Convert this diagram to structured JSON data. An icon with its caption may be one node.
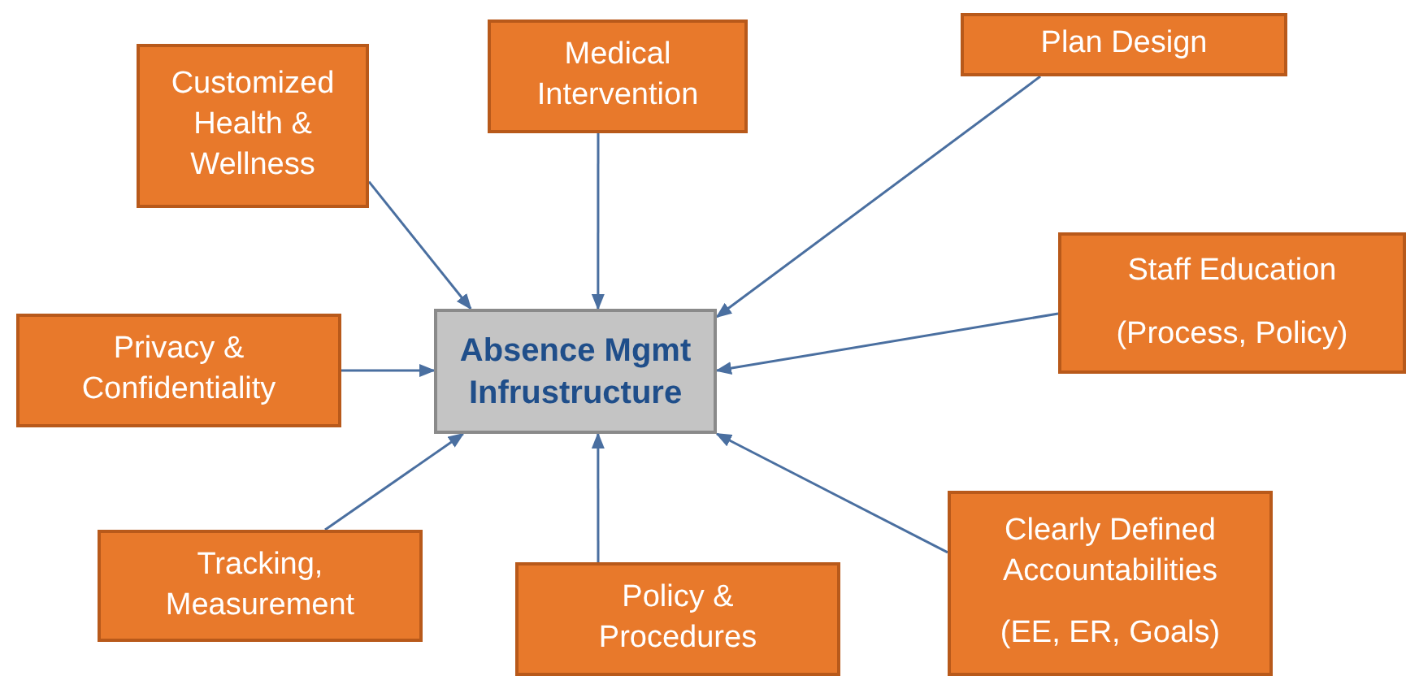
{
  "diagram": {
    "nodes": [
      {
        "text": [
          "Absence Mgmt Infrustructure"
        ]
      },
      {
        "text": [
          "Customized Health & Wellness"
        ]
      },
      {
        "text": [
          "Medical Intervention"
        ]
      },
      {
        "text": [
          "Plan Design"
        ]
      },
      {
        "text": [
          "Staff Education",
          "(Process, Policy)"
        ]
      },
      {
        "text": [
          "Privacy & Confidentiality"
        ]
      },
      {
        "text": [
          "Tracking, Measurement"
        ]
      },
      {
        "text": [
          "Policy & Procedures"
        ]
      },
      {
        "text": [
          "Clearly Defined Accountabilities",
          "(EE, ER, Goals)"
        ]
      }
    ],
    "edges": [
      {
        "from": 1,
        "to": 0,
        "arrow": "to"
      },
      {
        "from": 2,
        "to": 0,
        "arrow": "to"
      },
      {
        "from": 3,
        "to": 0,
        "arrow": "to"
      },
      {
        "from": 4,
        "to": 0,
        "arrow": "to"
      },
      {
        "from": 5,
        "to": 0,
        "arrow": "to"
      },
      {
        "from": 6,
        "to": 0,
        "arrow": "to"
      },
      {
        "from": 7,
        "to": 0,
        "arrow": "to"
      },
      {
        "from": 8,
        "to": 0,
        "arrow": "to"
      }
    ]
  }
}
